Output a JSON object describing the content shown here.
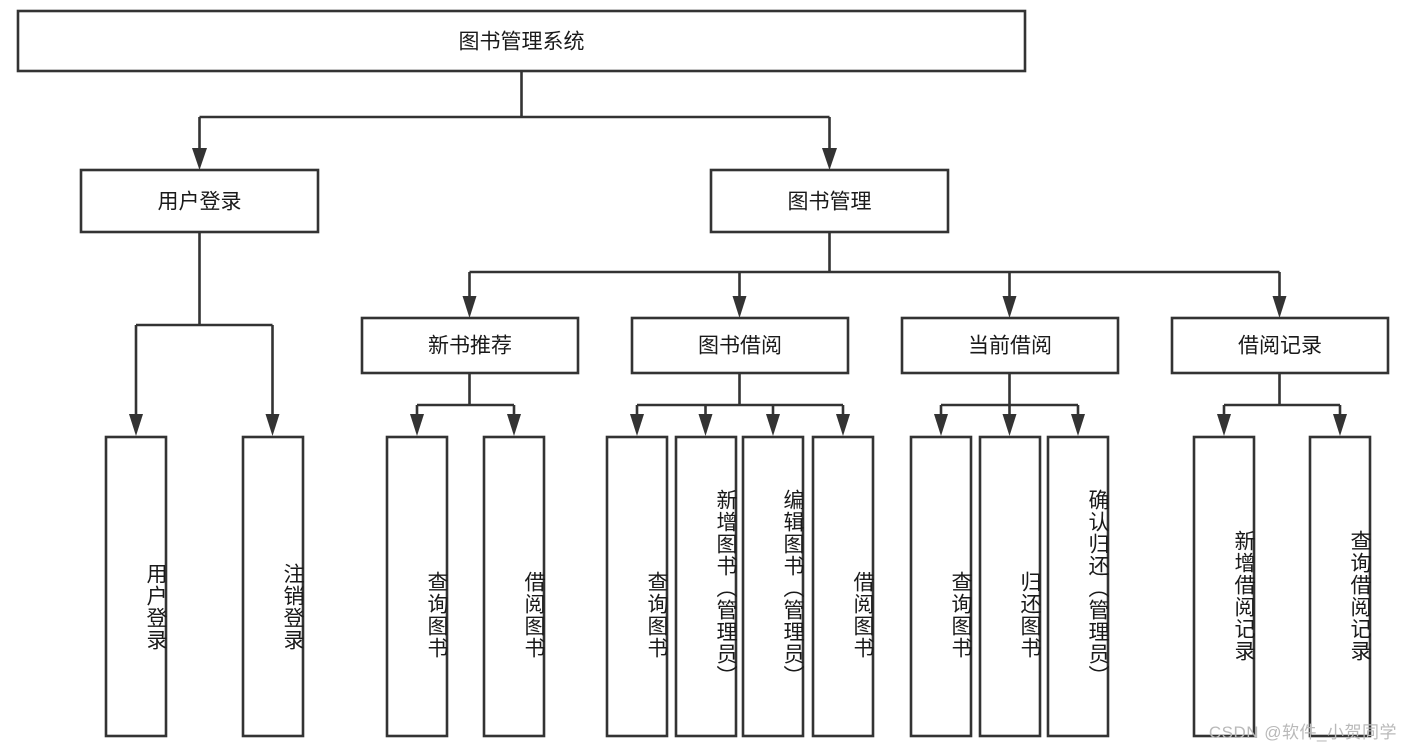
{
  "diagram": {
    "title": "图书管理系统",
    "type": "tree-hierarchy-functional-decomposition",
    "root": {
      "label": "图书管理系统",
      "id": "root"
    },
    "level2": [
      {
        "id": "user-login",
        "label": "用户登录"
      },
      {
        "id": "book-management",
        "label": "图书管理"
      }
    ],
    "level3": [
      {
        "id": "new-book-recommend",
        "label": "新书推荐",
        "parent": "book-management"
      },
      {
        "id": "book-borrow",
        "label": "图书借阅",
        "parent": "book-management"
      },
      {
        "id": "current-borrow",
        "label": "当前借阅",
        "parent": "book-management"
      },
      {
        "id": "borrow-record",
        "label": "借阅记录",
        "parent": "book-management"
      }
    ],
    "leaves": {
      "user_login": [
        {
          "id": "leaf-user-login",
          "label": "用户登录"
        },
        {
          "id": "leaf-user-logout",
          "label": "注销登录"
        }
      ],
      "new_book_recommend": [
        {
          "id": "leaf-query-book-1",
          "label": "查询图书"
        },
        {
          "id": "leaf-borrow-book-1",
          "label": "借阅图书"
        }
      ],
      "book_borrow": [
        {
          "id": "leaf-query-book-2",
          "label": "查询图书"
        },
        {
          "id": "leaf-add-book",
          "label": "新增图书（管理员）"
        },
        {
          "id": "leaf-edit-book",
          "label": "编辑图书（管理员）"
        },
        {
          "id": "leaf-borrow-book-2",
          "label": "借阅图书"
        }
      ],
      "current_borrow": [
        {
          "id": "leaf-query-book-3",
          "label": "查询图书"
        },
        {
          "id": "leaf-return-book",
          "label": "归还图书"
        },
        {
          "id": "leaf-confirm-return",
          "label": "确认归还（管理员）"
        }
      ],
      "borrow_record": [
        {
          "id": "leaf-add-record",
          "label": "新增借阅记录"
        },
        {
          "id": "leaf-query-record",
          "label": "查询借阅记录"
        }
      ]
    }
  },
  "watermark": {
    "text": "CSDN @软件_小贺同学"
  },
  "colors": {
    "stroke": "#333333",
    "fill": "#ffffff",
    "text": "#1a1a1a",
    "watermark": "#b9b9b9",
    "background": "#ffffff"
  }
}
